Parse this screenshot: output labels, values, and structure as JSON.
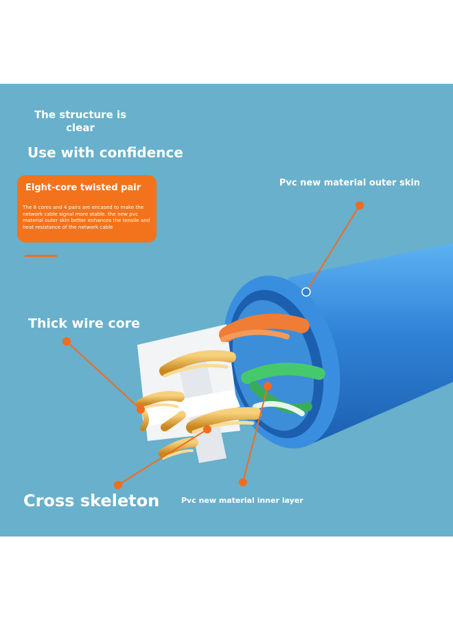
{
  "headline": {
    "line1": "The structure is",
    "line2": "clear"
  },
  "subhead": "Use with confidence",
  "feature_card": {
    "title": "Eight-core twisted pair",
    "body": "The 8 cores and 4 pairs are encased to make the network cable signal more stable. the new pvc material outer skin better enhances the tensile and heat resistance of the network cable"
  },
  "callouts": {
    "outer_skin": "Pvc new material outer skin",
    "wire_core": "Thick wire core",
    "cross_skeleton": "Cross skeleton",
    "inner_layer": "Pvc new material inner layer"
  },
  "colors": {
    "background": "#68b0cb",
    "accent_orange": "#f26b1f",
    "cable_blue": "#2f82d6",
    "wire_orange": "#f07d35",
    "wire_green": "#46c96c",
    "copper": "#e0a53a"
  }
}
